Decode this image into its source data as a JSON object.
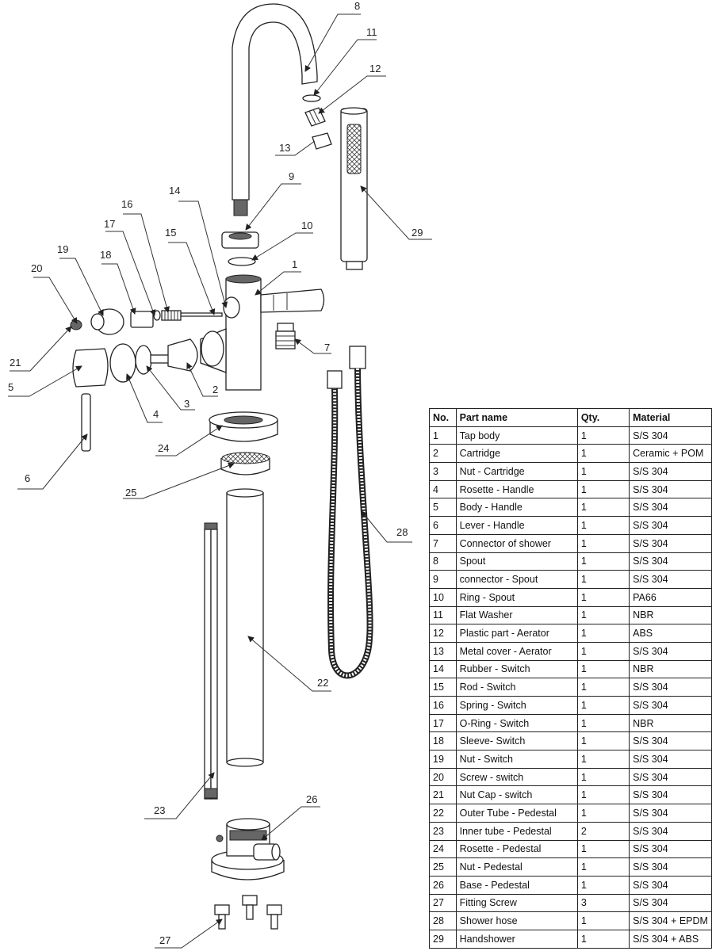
{
  "diagram": {
    "callouts": [
      "1",
      "2",
      "3",
      "4",
      "5",
      "6",
      "7",
      "8",
      "9",
      "10",
      "11",
      "12",
      "13",
      "14",
      "15",
      "16",
      "17",
      "18",
      "19",
      "20",
      "21",
      "22",
      "23",
      "24",
      "25",
      "26",
      "27",
      "28",
      "29"
    ]
  },
  "table": {
    "headers": [
      "No.",
      "Part name",
      "Qty.",
      "Material"
    ],
    "rows": [
      [
        "1",
        "Tap body",
        "1",
        "S/S 304"
      ],
      [
        "2",
        "Cartridge",
        "1",
        "Ceramic + POM"
      ],
      [
        "3",
        "Nut - Cartridge",
        "1",
        "S/S 304"
      ],
      [
        "4",
        "Rosette - Handle",
        "1",
        "S/S 304"
      ],
      [
        "5",
        "Body - Handle",
        "1",
        "S/S 304"
      ],
      [
        "6",
        "Lever - Handle",
        "1",
        "S/S 304"
      ],
      [
        "7",
        "Connector of shower",
        "1",
        "S/S 304"
      ],
      [
        "8",
        "Spout",
        "1",
        "S/S 304"
      ],
      [
        "9",
        "connector - Spout",
        "1",
        "S/S 304"
      ],
      [
        "10",
        "Ring - Spout",
        "1",
        "PA66"
      ],
      [
        "11",
        "Flat Washer",
        "1",
        "NBR"
      ],
      [
        "12",
        "Plastic part - Aerator",
        "1",
        "ABS"
      ],
      [
        "13",
        "Metal cover - Aerator",
        "1",
        "S/S 304"
      ],
      [
        "14",
        "Rubber - Switch",
        "1",
        "NBR"
      ],
      [
        "15",
        "Rod - Switch",
        "1",
        "S/S 304"
      ],
      [
        "16",
        "Spring - Switch",
        "1",
        "S/S 304"
      ],
      [
        "17",
        "O-Ring - Switch",
        "1",
        "NBR"
      ],
      [
        "18",
        "Sleeve- Switch",
        "1",
        "S/S 304"
      ],
      [
        "19",
        "Nut - Switch",
        "1",
        "S/S 304"
      ],
      [
        "20",
        "Screw - switch",
        "1",
        "S/S 304"
      ],
      [
        "21",
        "Nut Cap - switch",
        "1",
        "S/S 304"
      ],
      [
        "22",
        "Outer Tube - Pedestal",
        "1",
        "S/S 304"
      ],
      [
        "23",
        "Inner tube - Pedestal",
        "2",
        "S/S 304"
      ],
      [
        "24",
        "Rosette - Pedestal",
        "1",
        "S/S 304"
      ],
      [
        "25",
        "Nut - Pedestal",
        "1",
        "S/S 304"
      ],
      [
        "26",
        "Base - Pedestal",
        "1",
        "S/S 304"
      ],
      [
        "27",
        "Fitting Screw",
        "3",
        "S/S 304"
      ],
      [
        "28",
        "Shower hose",
        "1",
        "S/S 304 + EPDM"
      ],
      [
        "29",
        "Handshower",
        "1",
        "S/S 304 + ABS"
      ]
    ]
  }
}
